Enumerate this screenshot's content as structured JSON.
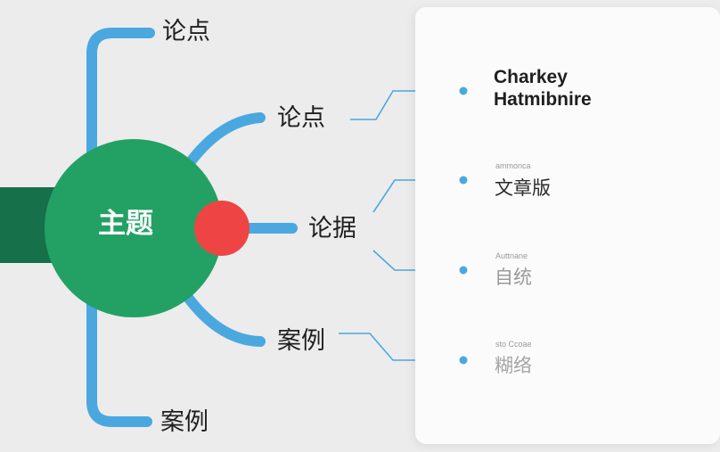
{
  "center": {
    "label": "主题",
    "color": "#23a165"
  },
  "accent_dot": {
    "color": "#ef4444"
  },
  "branch_color": "#4aa8df",
  "branches": [
    {
      "label": "论点"
    },
    {
      "label": "论点"
    },
    {
      "label": "论据"
    },
    {
      "label": "案例"
    },
    {
      "label": "案例"
    }
  ],
  "panel": {
    "title_lines": [
      "Charkey",
      "Hatmibnire"
    ],
    "entries": [
      {
        "caption": "",
        "text": ""
      },
      {
        "caption": "ammonca",
        "text": "文章版"
      },
      {
        "caption": "Auttnane",
        "text": "自统"
      },
      {
        "caption": "sto Ccoae",
        "text": "糊络"
      }
    ]
  }
}
